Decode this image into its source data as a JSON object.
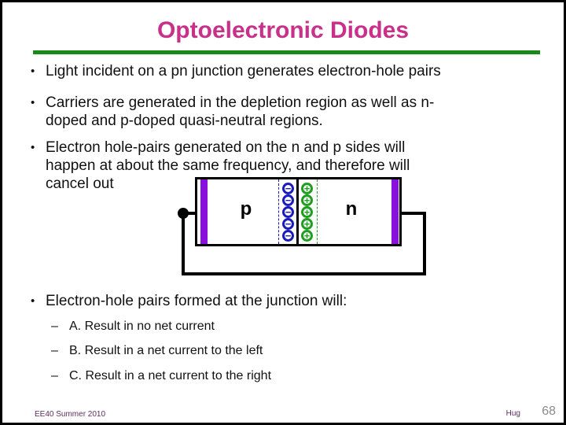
{
  "title": "Optoelectronic Diodes",
  "colors": {
    "title": "#c9308a",
    "rule": "#178a17",
    "contact_purple": "#8a10dd",
    "electron_blue": "#1c1cbe",
    "hole_green": "#1f9e1f",
    "footer_text": "#5e2c5e",
    "page_number": "#8c8c8c"
  },
  "bullets": {
    "marker": "•",
    "sub_marker": "–",
    "items": [
      {
        "text": "Light incident on a pn junction generates electron-hole pairs"
      },
      {
        "text": "Carriers are generated in the depletion region as well as n-\ndoped and p-doped quasi-neutral regions."
      },
      {
        "text": "Electron hole-pairs generated on the n and p sides will\nhappen at about the same frequency, and therefore will\ncancel out"
      },
      {
        "text": "Electron-hole pairs formed at the junction will:"
      }
    ],
    "sub_items": [
      {
        "text": "A. Result in no net current"
      },
      {
        "text": "B. Result in a net current to the left"
      },
      {
        "text": "C. Result in a net current to the right"
      }
    ]
  },
  "diagram": {
    "p_label": "p",
    "n_label": "n",
    "electron_symbol": "−",
    "hole_symbol": "+",
    "electron_count": 5,
    "hole_count": 5
  },
  "footer": {
    "course": "EE40 Summer 2010",
    "author": "Hug",
    "page_number": "68"
  }
}
